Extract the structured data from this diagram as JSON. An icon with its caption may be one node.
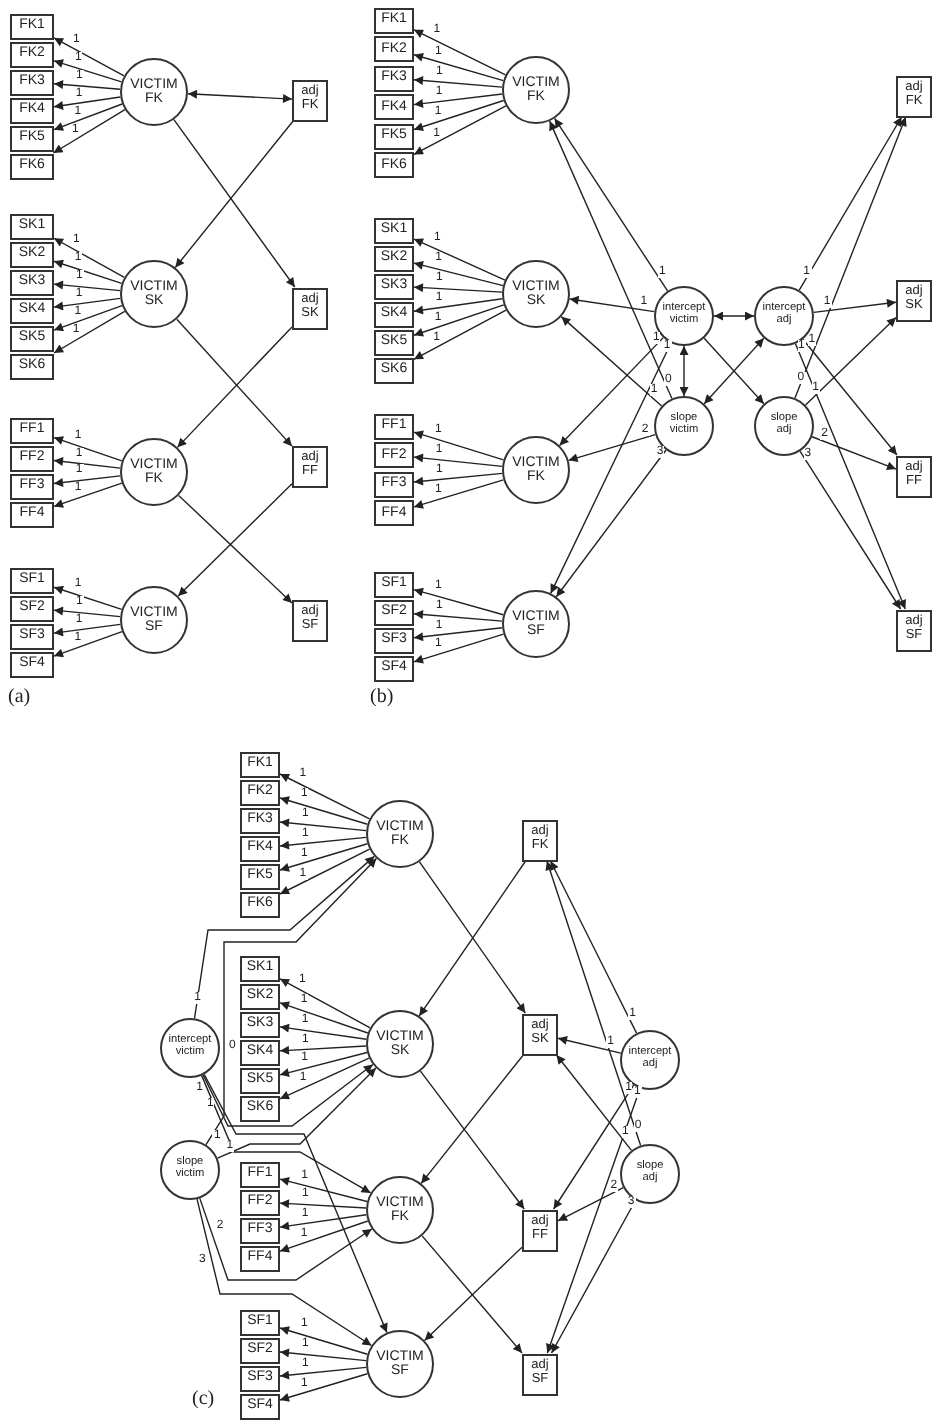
{
  "diagram": {
    "nodes": [
      {
        "text": [
          "FK1"
        ]
      },
      {
        "text": [
          "FK2"
        ]
      },
      {
        "text": [
          "FK3"
        ]
      },
      {
        "text": [
          "FK4"
        ]
      },
      {
        "text": [
          "FK5"
        ]
      },
      {
        "text": [
          "FK6"
        ]
      },
      {
        "text": [
          "VICTIM FK"
        ]
      },
      {
        "text": [
          "adj FK"
        ]
      },
      {
        "text": [
          "SK1"
        ]
      },
      {
        "text": [
          "SK2"
        ]
      },
      {
        "text": [
          "SK3"
        ]
      },
      {
        "text": [
          "SK4"
        ]
      },
      {
        "text": [
          "SK5"
        ]
      },
      {
        "text": [
          "SK6"
        ]
      },
      {
        "text": [
          "VICTIM SK"
        ]
      },
      {
        "text": [
          "adj SK"
        ]
      },
      {
        "text": [
          "FF1"
        ]
      },
      {
        "text": [
          "FF2"
        ]
      },
      {
        "text": [
          "FF3"
        ]
      },
      {
        "text": [
          "FF4"
        ]
      },
      {
        "text": [
          "VICTIM FK"
        ]
      },
      {
        "text": [
          "adj FF"
        ]
      },
      {
        "text": [
          "SF1"
        ]
      },
      {
        "text": [
          "SF2"
        ]
      },
      {
        "text": [
          "SF3"
        ]
      },
      {
        "text": [
          "SF4"
        ]
      },
      {
        "text": [
          "VICTIM SF"
        ]
      },
      {
        "text": [
          "adj SF"
        ]
      },
      {
        "text": [
          "FK1"
        ]
      },
      {
        "text": [
          "FK2"
        ]
      },
      {
        "text": [
          "FK3"
        ]
      },
      {
        "text": [
          "FK4"
        ]
      },
      {
        "text": [
          "FK5"
        ]
      },
      {
        "text": [
          "FK6"
        ]
      },
      {
        "text": [
          "VICTIM FK"
        ]
      },
      {
        "text": [
          "adj FK"
        ]
      },
      {
        "text": [
          "SK1"
        ]
      },
      {
        "text": [
          "SK2"
        ]
      },
      {
        "text": [
          "SK3"
        ]
      },
      {
        "text": [
          "SK4"
        ]
      },
      {
        "text": [
          "SK5"
        ]
      },
      {
        "text": [
          "SK6"
        ]
      },
      {
        "text": [
          "VICTIM SK"
        ]
      },
      {
        "text": [
          "adj SK"
        ]
      },
      {
        "text": [
          "FF1"
        ]
      },
      {
        "text": [
          "FF2"
        ]
      },
      {
        "text": [
          "FF3"
        ]
      },
      {
        "text": [
          "FF4"
        ]
      },
      {
        "text": [
          "VICTIM FK"
        ]
      },
      {
        "text": [
          "adj FF"
        ]
      },
      {
        "text": [
          "SF1"
        ]
      },
      {
        "text": [
          "SF2"
        ]
      },
      {
        "text": [
          "SF3"
        ]
      },
      {
        "text": [
          "SF4"
        ]
      },
      {
        "text": [
          "VICTIM SF"
        ]
      },
      {
        "text": [
          "adj SF"
        ]
      },
      {
        "text": [
          "intercept victim"
        ]
      },
      {
        "text": [
          "slope victim"
        ]
      },
      {
        "text": [
          "intercept adj"
        ]
      },
      {
        "text": [
          "slope adj"
        ]
      },
      {
        "text": [
          "FK1"
        ]
      },
      {
        "text": [
          "FK2"
        ]
      },
      {
        "text": [
          "FK3"
        ]
      },
      {
        "text": [
          "FK4"
        ]
      },
      {
        "text": [
          "FK5"
        ]
      },
      {
        "text": [
          "FK6"
        ]
      },
      {
        "text": [
          "VICTIM FK"
        ]
      },
      {
        "text": [
          "adj FK"
        ]
      },
      {
        "text": [
          "SK1"
        ]
      },
      {
        "text": [
          "SK2"
        ]
      },
      {
        "text": [
          "SK3"
        ]
      },
      {
        "text": [
          "SK4"
        ]
      },
      {
        "text": [
          "SK5"
        ]
      },
      {
        "text": [
          "SK6"
        ]
      },
      {
        "text": [
          "VICTIM SK"
        ]
      },
      {
        "text": [
          "adj SK"
        ]
      },
      {
        "text": [
          "FF1"
        ]
      },
      {
        "text": [
          "FF2"
        ]
      },
      {
        "text": [
          "FF3"
        ]
      },
      {
        "text": [
          "FF4"
        ]
      },
      {
        "text": [
          "VICTIM FK"
        ]
      },
      {
        "text": [
          "adj FF"
        ]
      },
      {
        "text": [
          "SF1"
        ]
      },
      {
        "text": [
          "SF2"
        ]
      },
      {
        "text": [
          "SF3"
        ]
      },
      {
        "text": [
          "SF4"
        ]
      },
      {
        "text": [
          "VICTIM SF"
        ]
      },
      {
        "text": [
          "adj SF"
        ]
      },
      {
        "text": [
          "intercept victim"
        ]
      },
      {
        "text": [
          "slope victim"
        ]
      },
      {
        "text": [
          "intercept adj"
        ]
      },
      {
        "text": [
          "slope adj"
        ]
      }
    ],
    "edges": [
      {
        "from": 6,
        "to": 0,
        "arrow": "to",
        "label": "1"
      },
      {
        "from": 6,
        "to": 1,
        "arrow": "to",
        "label": "1"
      },
      {
        "from": 6,
        "to": 2,
        "arrow": "to",
        "label": "1"
      },
      {
        "from": 6,
        "to": 3,
        "arrow": "to",
        "label": "1"
      },
      {
        "from": 6,
        "to": 4,
        "arrow": "to",
        "label": "1"
      },
      {
        "from": 6,
        "to": 5,
        "arrow": "to",
        "label": "1"
      },
      {
        "from": 14,
        "to": 8,
        "arrow": "to",
        "label": "1"
      },
      {
        "from": 14,
        "to": 9,
        "arrow": "to",
        "label": "1"
      },
      {
        "from": 14,
        "to": 10,
        "arrow": "to",
        "label": "1"
      },
      {
        "from": 14,
        "to": 11,
        "arrow": "to",
        "label": "1"
      },
      {
        "from": 14,
        "to": 12,
        "arrow": "to",
        "label": "1"
      },
      {
        "from": 14,
        "to": 13,
        "arrow": "to",
        "label": "1"
      },
      {
        "from": 20,
        "to": 16,
        "arrow": "to",
        "label": "1"
      },
      {
        "from": 20,
        "to": 17,
        "arrow": "to",
        "label": "1"
      },
      {
        "from": 20,
        "to": 18,
        "arrow": "to",
        "label": "1"
      },
      {
        "from": 20,
        "to": 19,
        "arrow": "to",
        "label": "1"
      },
      {
        "from": 26,
        "to": 22,
        "arrow": "to",
        "label": "1"
      },
      {
        "from": 26,
        "to": 23,
        "arrow": "to",
        "label": "1"
      },
      {
        "from": 26,
        "to": 24,
        "arrow": "to",
        "label": "1"
      },
      {
        "from": 26,
        "to": 25,
        "arrow": "to",
        "label": "1"
      },
      {
        "from": 6,
        "to": 7,
        "arrow": "both"
      },
      {
        "from": 6,
        "to": 15,
        "arrow": "to"
      },
      {
        "from": 7,
        "to": 14,
        "arrow": "to"
      },
      {
        "from": 14,
        "to": 21,
        "arrow": "to"
      },
      {
        "from": 15,
        "to": 20,
        "arrow": "to"
      },
      {
        "from": 20,
        "to": 27,
        "arrow": "to"
      },
      {
        "from": 21,
        "to": 26,
        "arrow": "to"
      },
      {
        "from": 34,
        "to": 28,
        "arrow": "to",
        "label": "1"
      },
      {
        "from": 34,
        "to": 29,
        "arrow": "to",
        "label": "1"
      },
      {
        "from": 34,
        "to": 30,
        "arrow": "to",
        "label": "1"
      },
      {
        "from": 34,
        "to": 31,
        "arrow": "to",
        "label": "1"
      },
      {
        "from": 34,
        "to": 32,
        "arrow": "to",
        "label": "1"
      },
      {
        "from": 34,
        "to": 33,
        "arrow": "to",
        "label": "1"
      },
      {
        "from": 42,
        "to": 36,
        "arrow": "to",
        "label": "1"
      },
      {
        "from": 42,
        "to": 37,
        "arrow": "to",
        "label": "1"
      },
      {
        "from": 42,
        "to": 38,
        "arrow": "to",
        "label": "1"
      },
      {
        "from": 42,
        "to": 39,
        "arrow": "to",
        "label": "1"
      },
      {
        "from": 42,
        "to": 40,
        "arrow": "to",
        "label": "1"
      },
      {
        "from": 42,
        "to": 41,
        "arrow": "to",
        "label": "1"
      },
      {
        "from": 48,
        "to": 44,
        "arrow": "to",
        "label": "1"
      },
      {
        "from": 48,
        "to": 45,
        "arrow": "to",
        "label": "1"
      },
      {
        "from": 48,
        "to": 46,
        "arrow": "to",
        "label": "1"
      },
      {
        "from": 48,
        "to": 47,
        "arrow": "to",
        "label": "1"
      },
      {
        "from": 54,
        "to": 50,
        "arrow": "to",
        "label": "1"
      },
      {
        "from": 54,
        "to": 51,
        "arrow": "to",
        "label": "1"
      },
      {
        "from": 54,
        "to": 52,
        "arrow": "to",
        "label": "1"
      },
      {
        "from": 54,
        "to": 53,
        "arrow": "to",
        "label": "1"
      },
      {
        "from": 56,
        "to": 34,
        "arrow": "to",
        "label": "1"
      },
      {
        "from": 56,
        "to": 42,
        "arrow": "to",
        "label": "1"
      },
      {
        "from": 56,
        "to": 48,
        "arrow": "to",
        "label": "1"
      },
      {
        "from": 56,
        "to": 54,
        "arrow": "to",
        "label": "1"
      },
      {
        "from": 57,
        "to": 34,
        "arrow": "to",
        "label": "0"
      },
      {
        "from": 57,
        "to": 42,
        "arrow": "to",
        "label": "1"
      },
      {
        "from": 57,
        "to": 48,
        "arrow": "to",
        "label": "2"
      },
      {
        "from": 57,
        "to": 54,
        "arrow": "to",
        "label": "3"
      },
      {
        "from": 56,
        "to": 57,
        "arrow": "both"
      },
      {
        "from": 56,
        "to": 58,
        "arrow": "both"
      },
      {
        "from": 57,
        "to": 58,
        "arrow": "both"
      },
      {
        "from": 56,
        "to": 59,
        "arrow": "to"
      },
      {
        "from": 58,
        "to": 35,
        "arrow": "to",
        "label": "1"
      },
      {
        "from": 58,
        "to": 43,
        "arrow": "to",
        "label": "1"
      },
      {
        "from": 58,
        "to": 49,
        "arrow": "to",
        "label": "1"
      },
      {
        "from": 58,
        "to": 55,
        "arrow": "to",
        "label": "1"
      },
      {
        "from": 59,
        "to": 35,
        "arrow": "to",
        "label": "0"
      },
      {
        "from": 59,
        "to": 43,
        "arrow": "to",
        "label": "1"
      },
      {
        "from": 59,
        "to": 49,
        "arrow": "to",
        "label": "2"
      },
      {
        "from": 59,
        "to": 55,
        "arrow": "to",
        "label": "3"
      },
      {
        "from": 66,
        "to": 60,
        "arrow": "to",
        "label": "1"
      },
      {
        "from": 66,
        "to": 61,
        "arrow": "to",
        "label": "1"
      },
      {
        "from": 66,
        "to": 62,
        "arrow": "to",
        "label": "1"
      },
      {
        "from": 66,
        "to": 63,
        "arrow": "to",
        "label": "1"
      },
      {
        "from": 66,
        "to": 64,
        "arrow": "to",
        "label": "1"
      },
      {
        "from": 66,
        "to": 65,
        "arrow": "to",
        "label": "1"
      },
      {
        "from": 74,
        "to": 68,
        "arrow": "to",
        "label": "1"
      },
      {
        "from": 74,
        "to": 69,
        "arrow": "to",
        "label": "1"
      },
      {
        "from": 74,
        "to": 70,
        "arrow": "to",
        "label": "1"
      },
      {
        "from": 74,
        "to": 71,
        "arrow": "to",
        "label": "1"
      },
      {
        "from": 74,
        "to": 72,
        "arrow": "to",
        "label": "1"
      },
      {
        "from": 74,
        "to": 73,
        "arrow": "to",
        "label": "1"
      },
      {
        "from": 80,
        "to": 76,
        "arrow": "to",
        "label": "1"
      },
      {
        "from": 80,
        "to": 77,
        "arrow": "to",
        "label": "1"
      },
      {
        "from": 80,
        "to": 78,
        "arrow": "to",
        "label": "1"
      },
      {
        "from": 80,
        "to": 79,
        "arrow": "to",
        "label": "1"
      },
      {
        "from": 86,
        "to": 82,
        "arrow": "to",
        "label": "1"
      },
      {
        "from": 86,
        "to": 83,
        "arrow": "to",
        "label": "1"
      },
      {
        "from": 86,
        "to": 84,
        "arrow": "to",
        "label": "1"
      },
      {
        "from": 86,
        "to": 85,
        "arrow": "to",
        "label": "1"
      },
      {
        "from": 66,
        "to": 75,
        "arrow": "to"
      },
      {
        "from": 67,
        "to": 74,
        "arrow": "to"
      },
      {
        "from": 74,
        "to": 81,
        "arrow": "to"
      },
      {
        "from": 75,
        "to": 80,
        "arrow": "to"
      },
      {
        "from": 80,
        "to": 87,
        "arrow": "to"
      },
      {
        "from": 81,
        "to": 86,
        "arrow": "to"
      },
      {
        "from": 88,
        "to": 66,
        "arrow": "to",
        "label": "1"
      },
      {
        "from": 88,
        "to": 74,
        "arrow": "to",
        "label": "1"
      },
      {
        "from": 88,
        "to": 80,
        "arrow": "to",
        "label": "1"
      },
      {
        "from": 88,
        "to": 86,
        "arrow": "to",
        "label": "1"
      },
      {
        "from": 89,
        "to": 66,
        "arrow": "to",
        "label": "0"
      },
      {
        "from": 89,
        "to": 74,
        "arrow": "to",
        "label": "1"
      },
      {
        "from": 89,
        "to": 80,
        "arrow": "to",
        "label": "2"
      },
      {
        "from": 89,
        "to": 86,
        "arrow": "to",
        "label": "3"
      },
      {
        "from": 90,
        "to": 67,
        "arrow": "to",
        "label": "1"
      },
      {
        "from": 90,
        "to": 75,
        "arrow": "to",
        "label": "1"
      },
      {
        "from": 90,
        "to": 81,
        "arrow": "to",
        "label": "1"
      },
      {
        "from": 90,
        "to": 87,
        "arrow": "to",
        "label": "1"
      },
      {
        "from": 91,
        "to": 67,
        "arrow": "to",
        "label": "0"
      },
      {
        "from": 91,
        "to": 75,
        "arrow": "to",
        "label": "1"
      },
      {
        "from": 91,
        "to": 81,
        "arrow": "to",
        "label": "2"
      },
      {
        "from": 91,
        "to": 87,
        "arrow": "to",
        "label": "3"
      }
    ],
    "labels": [
      "(a)",
      "(b)",
      "(c)"
    ]
  }
}
